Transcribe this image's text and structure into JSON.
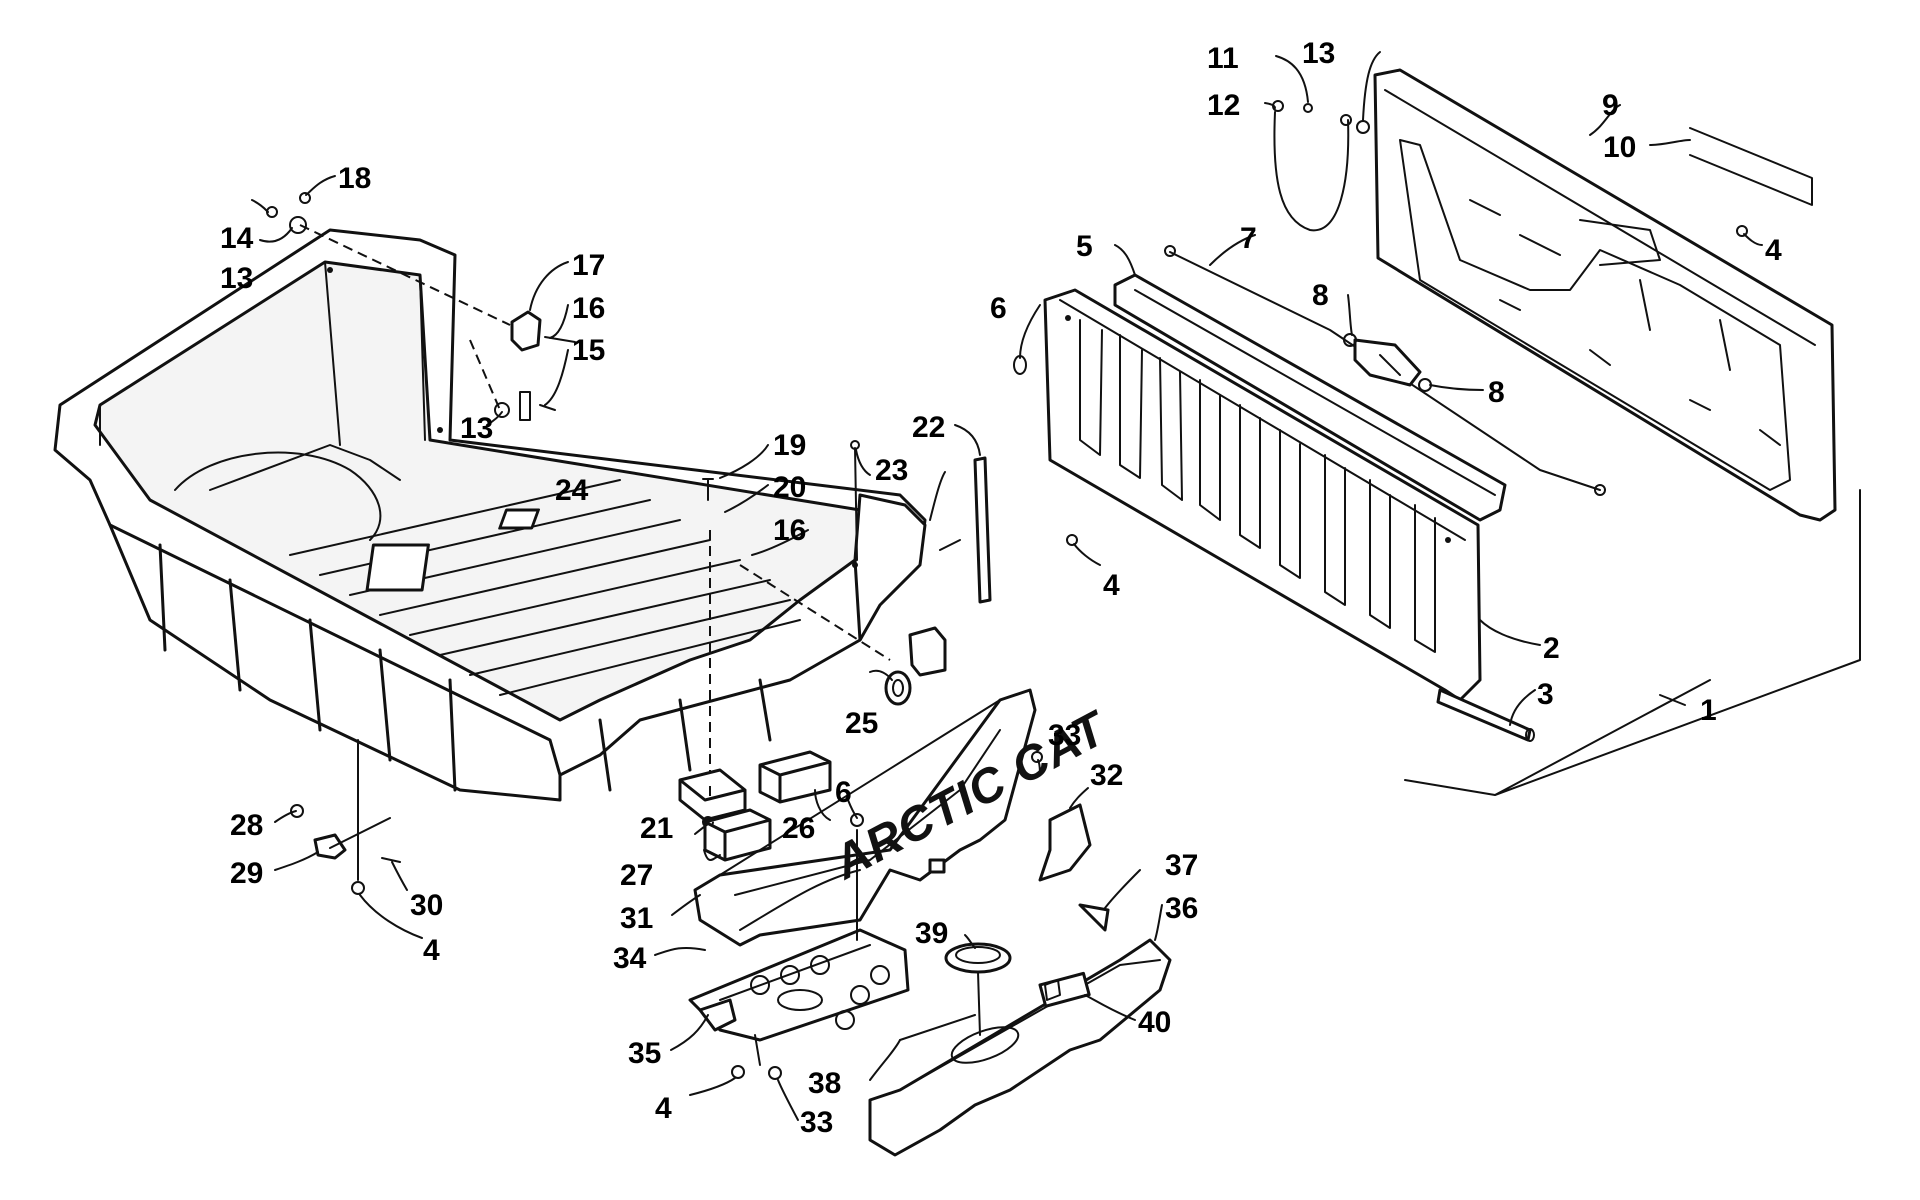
{
  "diagram": {
    "brand_text": "ARCTIC CAT",
    "callouts": [
      {
        "id": "1",
        "text": "1"
      },
      {
        "id": "2",
        "text": "2"
      },
      {
        "id": "3",
        "text": "3"
      },
      {
        "id": "4a",
        "text": "4"
      },
      {
        "id": "4b",
        "text": "4"
      },
      {
        "id": "4c",
        "text": "4"
      },
      {
        "id": "4d",
        "text": "4"
      },
      {
        "id": "5",
        "text": "5"
      },
      {
        "id": "6a",
        "text": "6"
      },
      {
        "id": "6b",
        "text": "6"
      },
      {
        "id": "7",
        "text": "7"
      },
      {
        "id": "8a",
        "text": "8"
      },
      {
        "id": "8b",
        "text": "8"
      },
      {
        "id": "9",
        "text": "9"
      },
      {
        "id": "10",
        "text": "10"
      },
      {
        "id": "11",
        "text": "11"
      },
      {
        "id": "12",
        "text": "12"
      },
      {
        "id": "13a",
        "text": "13"
      },
      {
        "id": "13b",
        "text": "13"
      },
      {
        "id": "13c",
        "text": "13"
      },
      {
        "id": "14",
        "text": "14"
      },
      {
        "id": "15",
        "text": "15"
      },
      {
        "id": "16a",
        "text": "16"
      },
      {
        "id": "16b",
        "text": "16"
      },
      {
        "id": "17",
        "text": "17"
      },
      {
        "id": "18",
        "text": "18"
      },
      {
        "id": "19",
        "text": "19"
      },
      {
        "id": "20",
        "text": "20"
      },
      {
        "id": "21",
        "text": "21"
      },
      {
        "id": "22",
        "text": "22"
      },
      {
        "id": "23",
        "text": "23"
      },
      {
        "id": "24",
        "text": "24"
      },
      {
        "id": "25",
        "text": "25"
      },
      {
        "id": "26",
        "text": "26"
      },
      {
        "id": "27",
        "text": "27"
      },
      {
        "id": "28",
        "text": "28"
      },
      {
        "id": "29",
        "text": "29"
      },
      {
        "id": "30",
        "text": "30"
      },
      {
        "id": "31",
        "text": "31"
      },
      {
        "id": "32",
        "text": "32"
      },
      {
        "id": "33a",
        "text": "33"
      },
      {
        "id": "33b",
        "text": "33"
      },
      {
        "id": "34",
        "text": "34"
      },
      {
        "id": "35",
        "text": "35"
      },
      {
        "id": "36",
        "text": "36"
      },
      {
        "id": "37",
        "text": "37"
      },
      {
        "id": "38",
        "text": "38"
      },
      {
        "id": "39",
        "text": "39"
      },
      {
        "id": "40",
        "text": "40"
      }
    ]
  }
}
